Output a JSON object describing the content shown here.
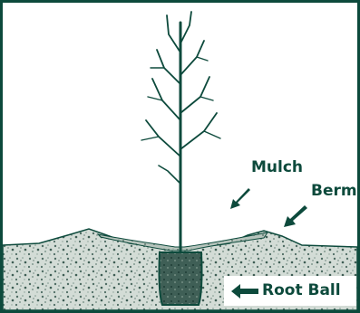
{
  "labels": {
    "mulch": "Mulch",
    "berm": "Berm",
    "root_ball": "Root Ball"
  },
  "colors": {
    "ink": "#0d4a3c",
    "soil": "#cfd8d2",
    "mulch": "#a9b8b0",
    "frame": "#0d4a3c"
  },
  "icons": {
    "arrows": "arrow-icon"
  }
}
